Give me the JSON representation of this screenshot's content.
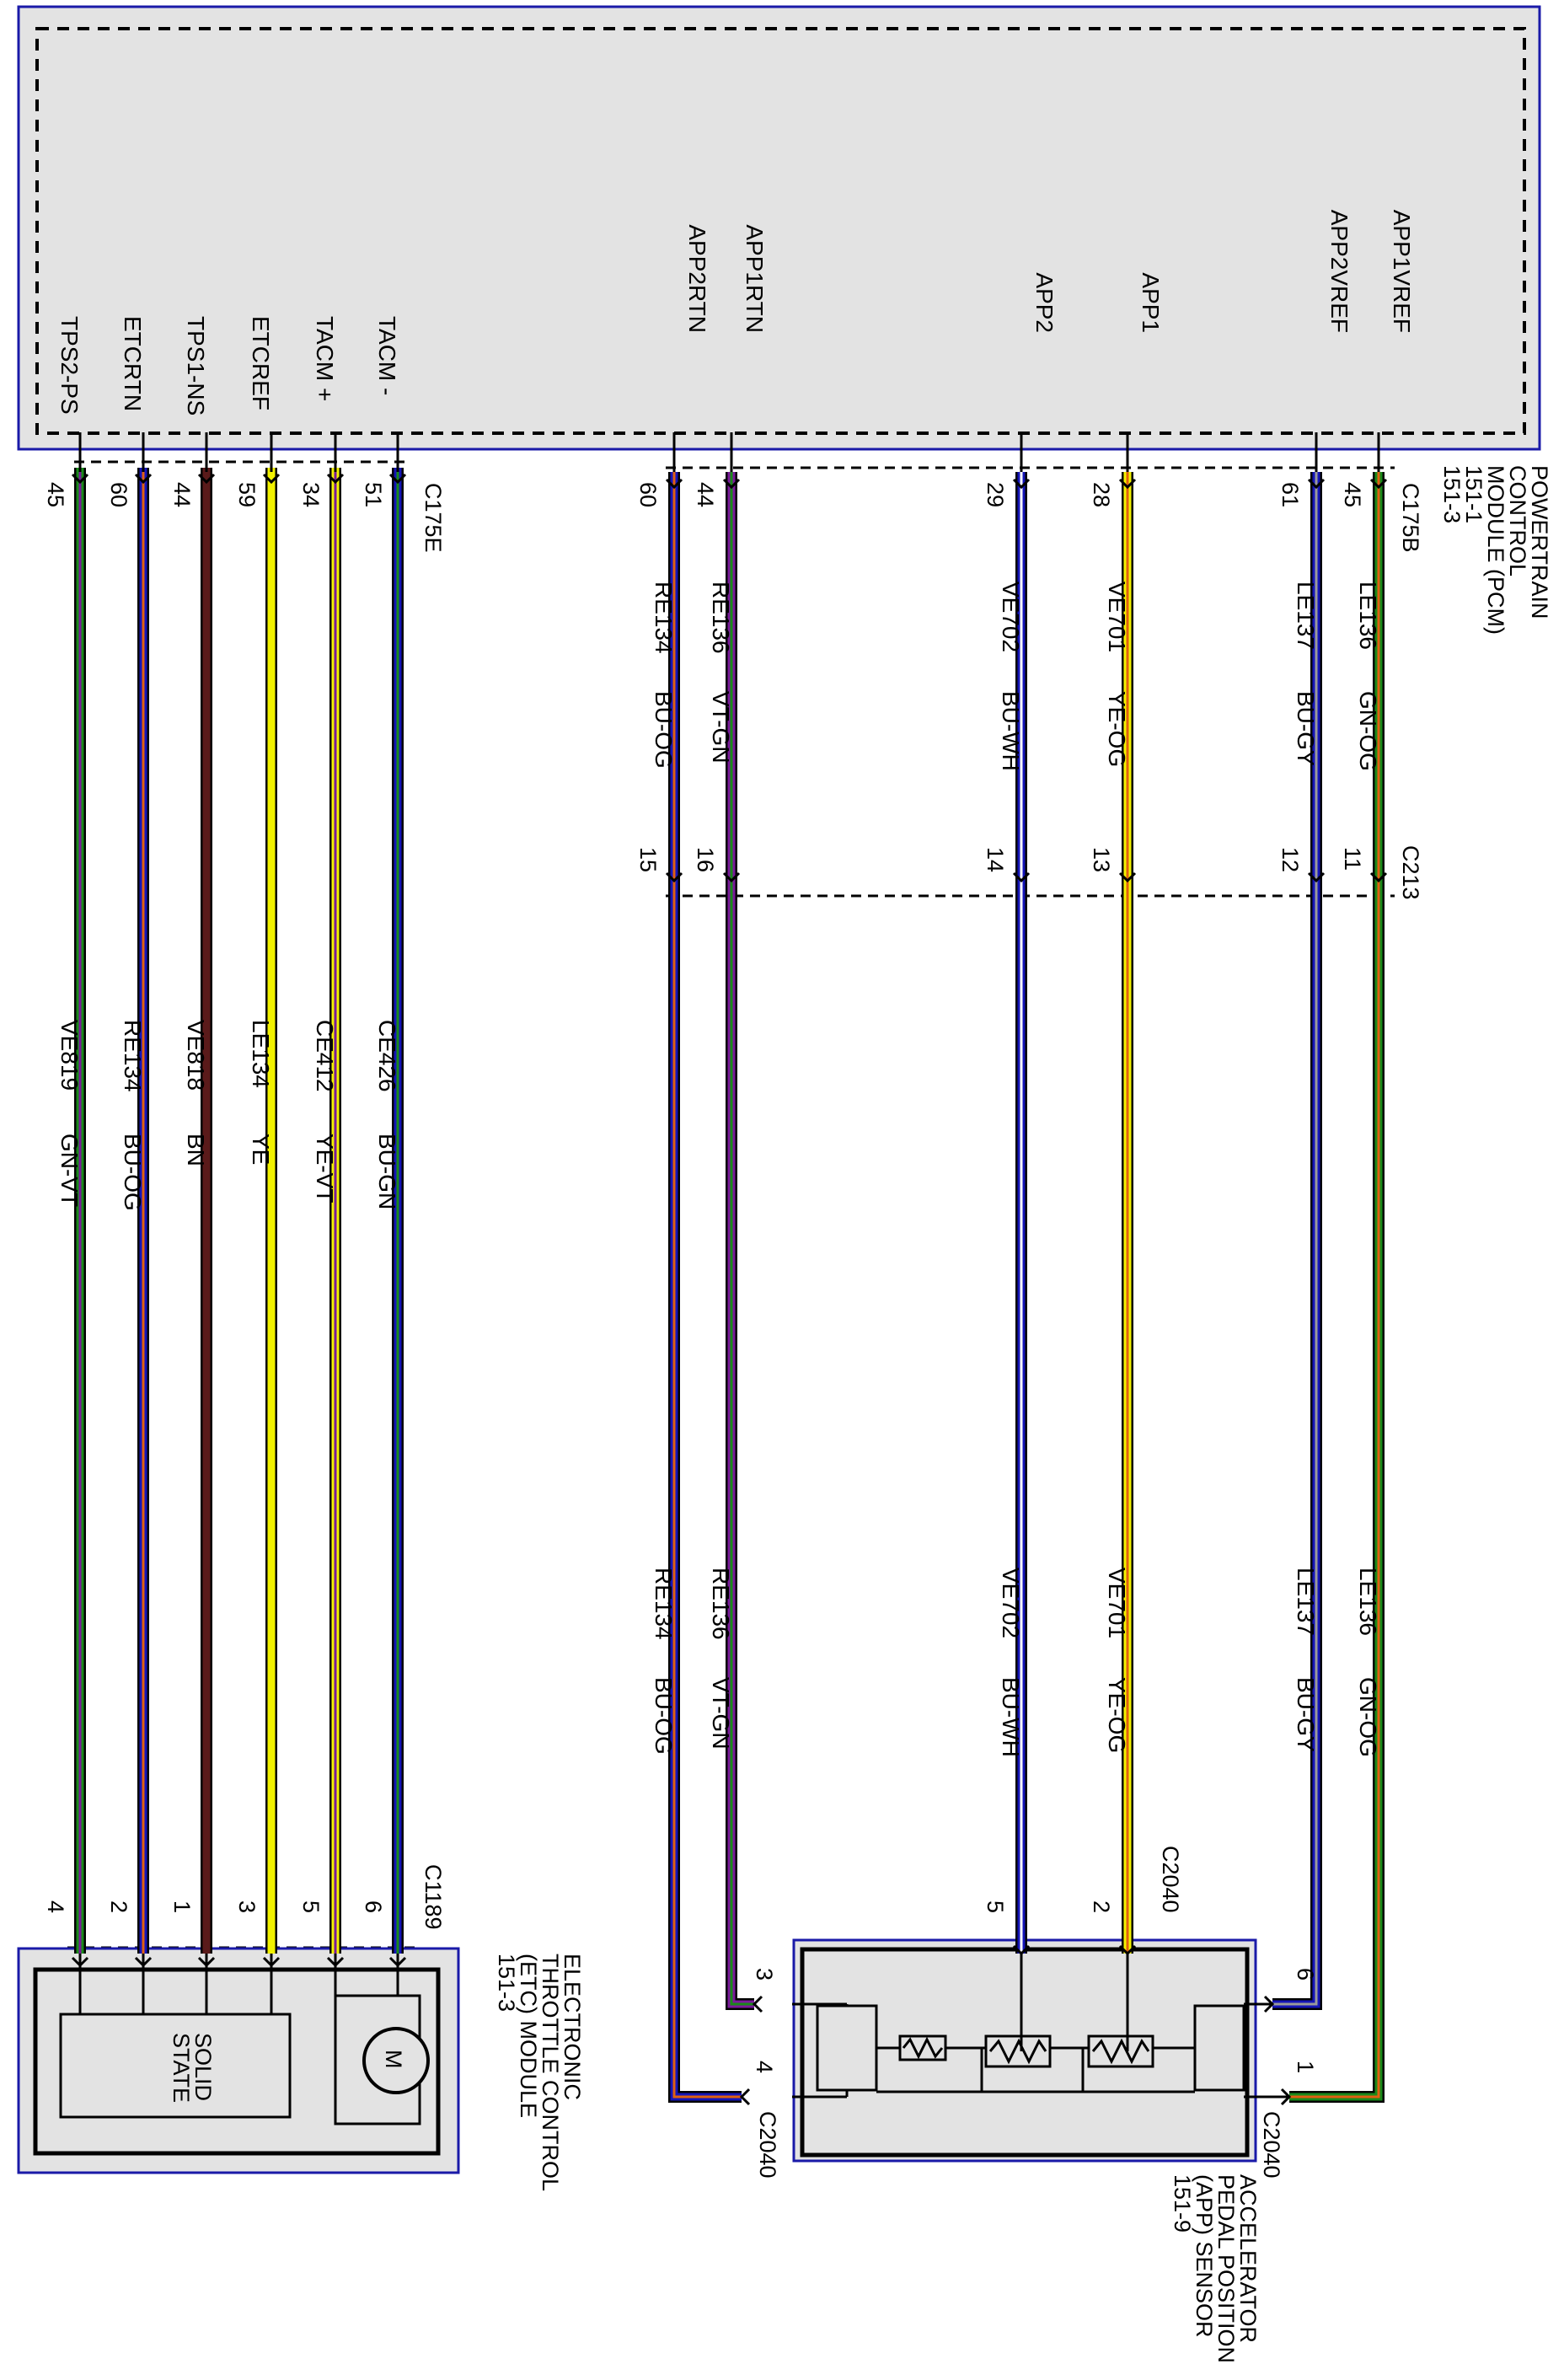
{
  "pcm": {
    "title_lines": [
      "POWERTRAIN",
      "CONTROL",
      "MODULE (PCM)",
      "151-1",
      "151-3"
    ],
    "connector_e": "C175E",
    "connector_b": "C175B"
  },
  "etc": {
    "title_lines": [
      "ELECTRONIC",
      "THROTTLE CONTROL",
      "(ETC) MODULE",
      "151-3"
    ],
    "connector": "C1189",
    "solid_state_lines": [
      "SOLID",
      "STATE"
    ],
    "motor_label": "M"
  },
  "app": {
    "title_lines": [
      "ACCELERATOR",
      "PEDAL POSITION",
      "(APP) SENSOR",
      "151-9"
    ],
    "connector": "C2040"
  },
  "inline_connector": "C213",
  "colors": {
    "module_fill": "#e3e3e3",
    "module_border": "#1a1aa8",
    "BU": "#1515b8",
    "GN": "#1a8a1a",
    "VT": "#7a1a9a",
    "YE": "#f2f200",
    "BN": "#5a1a1a",
    "OG": "#e06010",
    "WH": "#ffffff",
    "GY": "#9a9a9a",
    "RD": "#e01010"
  },
  "etc_circuits": [
    {
      "signal": "TPS2-PS",
      "pcm_pin": "45",
      "circuit": "VE819",
      "color": "GN-VT",
      "etc_pin": "4"
    },
    {
      "signal": "ETCRTN",
      "pcm_pin": "60",
      "circuit": "RE134",
      "color": "BU-OG",
      "etc_pin": "2"
    },
    {
      "signal": "TPS1-NS",
      "pcm_pin": "44",
      "circuit": "VE818",
      "color": "BN",
      "etc_pin": "1"
    },
    {
      "signal": "ETCREF",
      "pcm_pin": "59",
      "circuit": "LE134",
      "color": "YE",
      "etc_pin": "3"
    },
    {
      "signal": "TACM +",
      "pcm_pin": "34",
      "circuit": "CE412",
      "color": "YE-VT",
      "etc_pin": "5"
    },
    {
      "signal": "TACM -",
      "pcm_pin": "51",
      "circuit": "CE426",
      "color": "BU-GN",
      "etc_pin": "6"
    }
  ],
  "app_circuits": [
    {
      "signal": "APP2RTN",
      "pcm_pin": "60",
      "circuit": "RE134",
      "color": "BU-OG",
      "c213_pin": "15",
      "app_pin": "4"
    },
    {
      "signal": "APP1RTN",
      "pcm_pin": "44",
      "circuit": "RE136",
      "color": "VT-GN",
      "c213_pin": "16",
      "app_pin": "3"
    },
    {
      "signal": "APP2",
      "pcm_pin": "29",
      "circuit": "VE702",
      "color": "BU-WH",
      "c213_pin": "14",
      "app_pin": "5"
    },
    {
      "signal": "APP1",
      "pcm_pin": "28",
      "circuit": "VE701",
      "color": "YE-OG",
      "c213_pin": "13",
      "app_pin": "2"
    },
    {
      "signal": "APP2VREF",
      "pcm_pin": "61",
      "circuit": "LE137",
      "color": "BU-GY",
      "c213_pin": "12",
      "app_pin": "6"
    },
    {
      "signal": "APP1VREF",
      "pcm_pin": "45",
      "circuit": "LE136",
      "color": "GN-OG",
      "c213_pin": "11",
      "app_pin": "1"
    }
  ]
}
